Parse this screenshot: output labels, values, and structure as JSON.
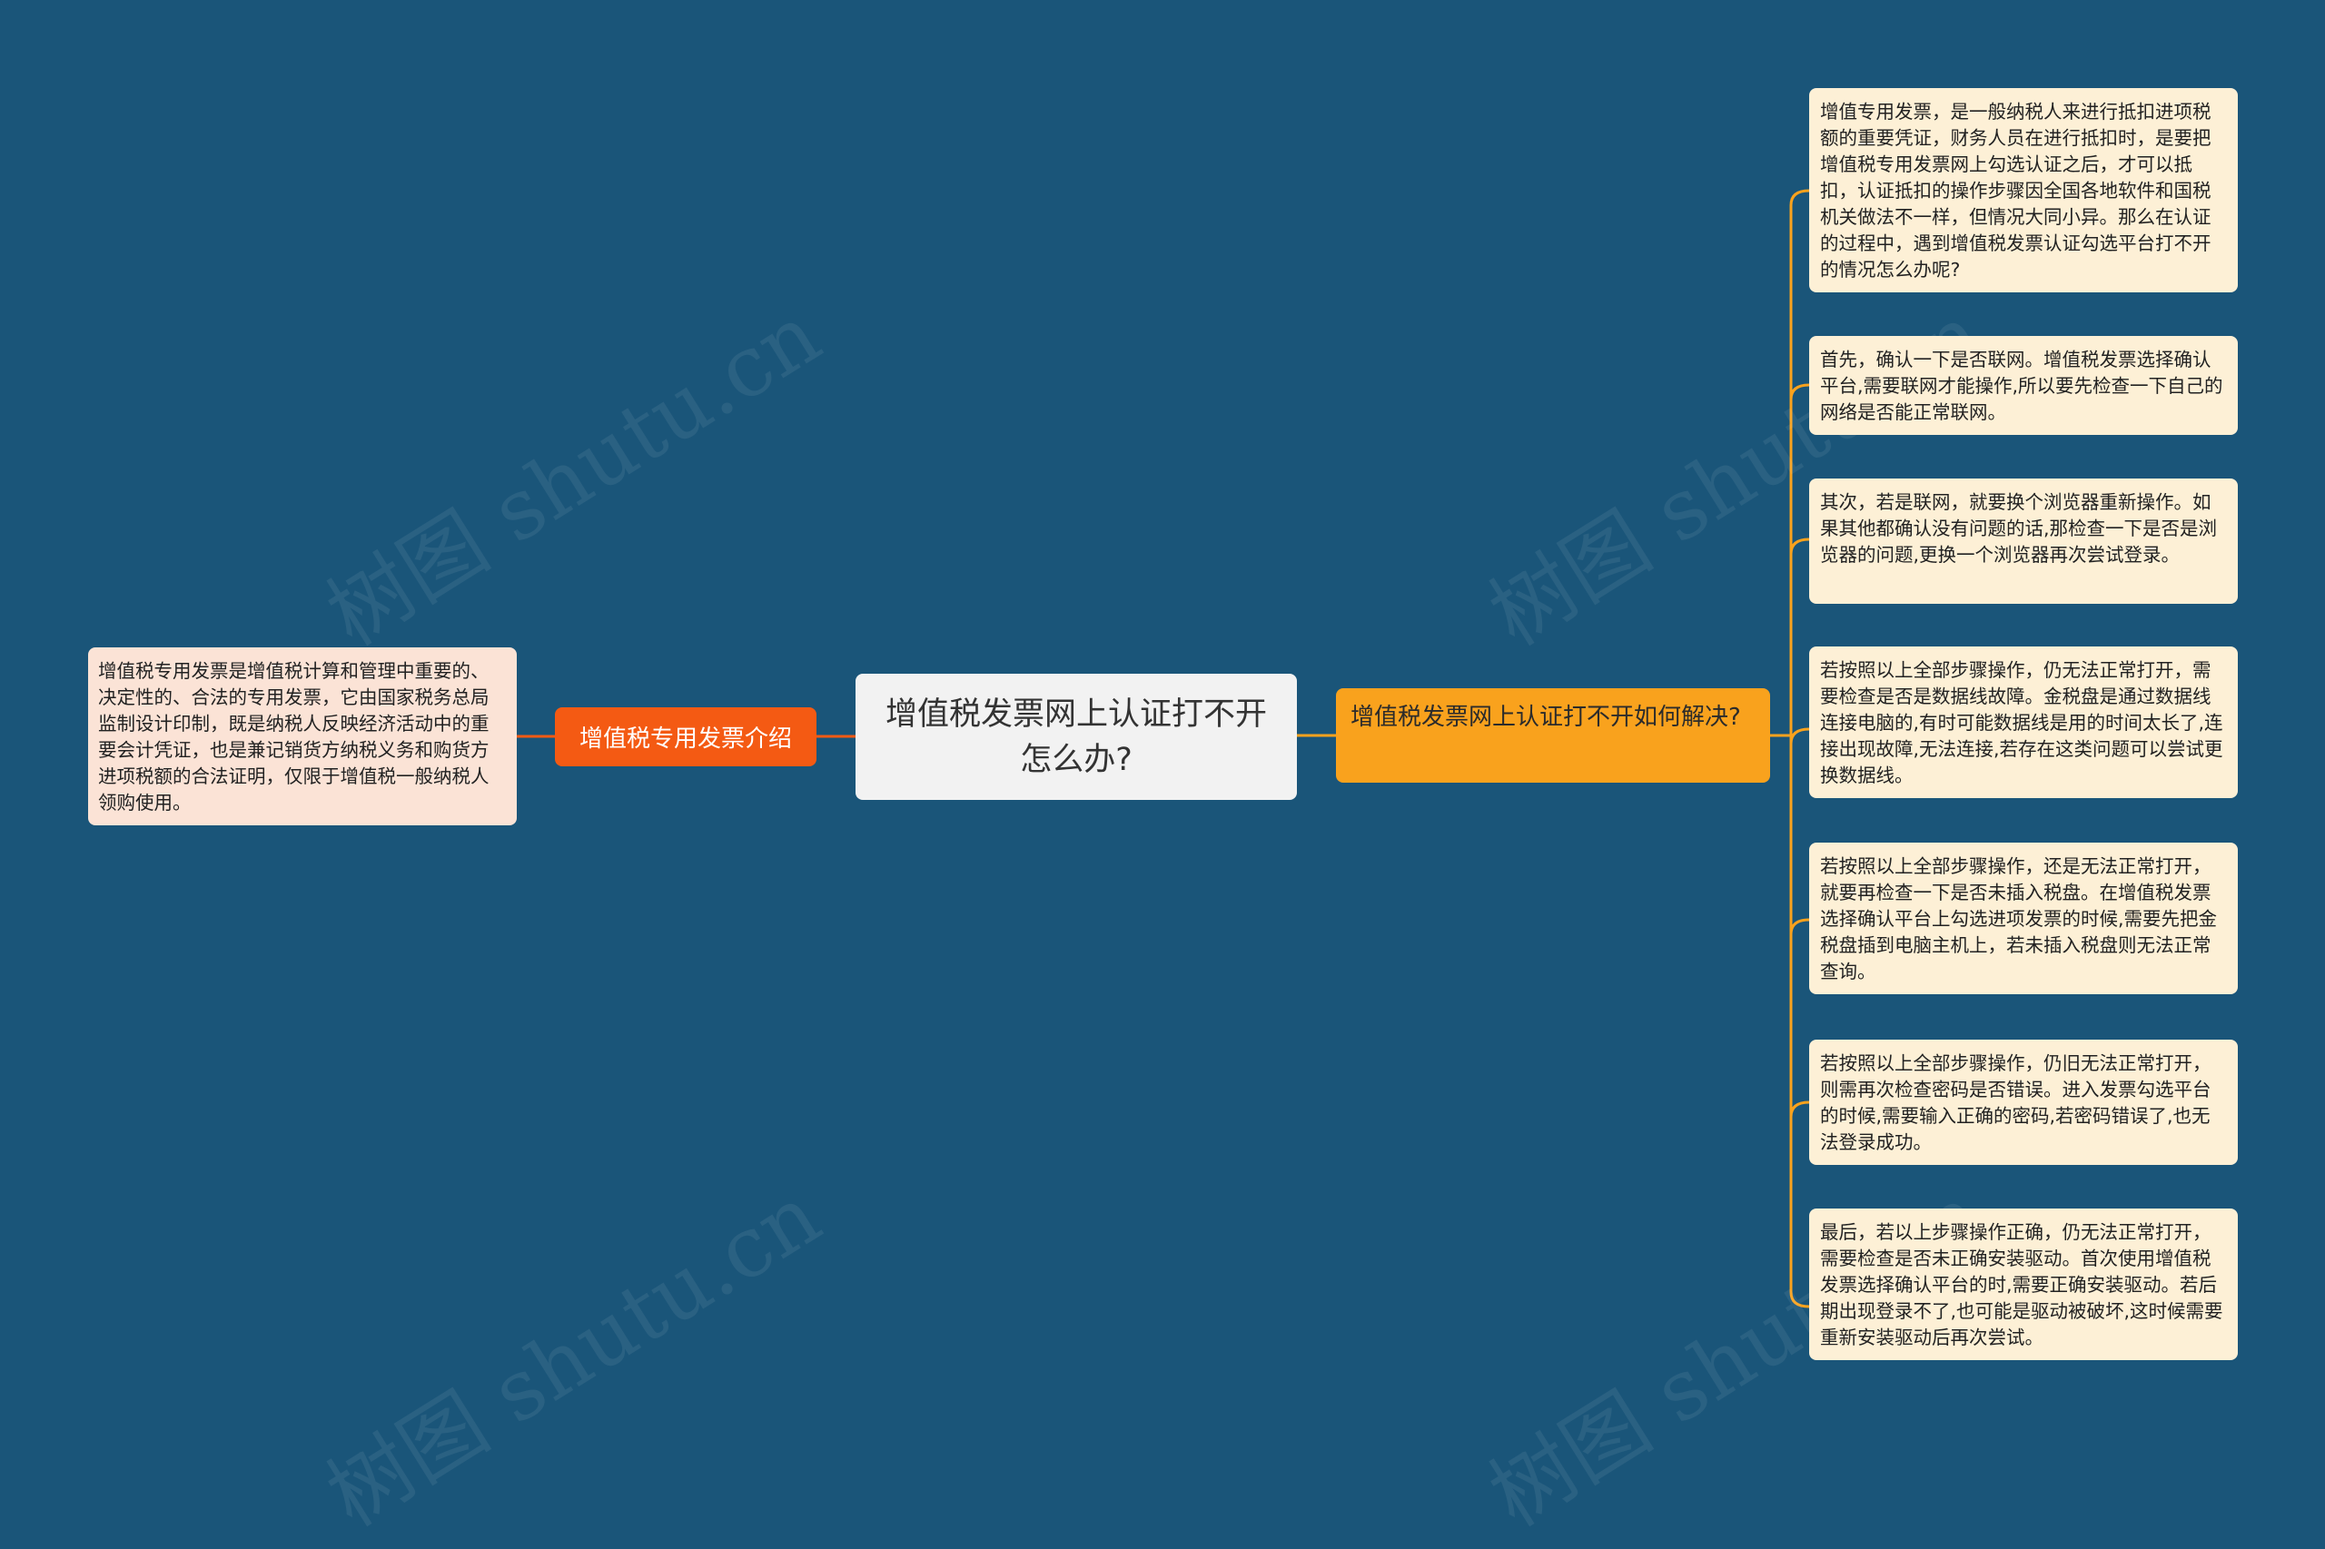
{
  "central": {
    "label": "增值税发票网上认证打不开怎么办?"
  },
  "left_branch": {
    "label": "增值税专用发票介绍",
    "leaf": "增值税专用发票是增值税计算和管理中重要的、决定性的、合法的专用发票，它由国家税务总局监制设计印制，既是纳税人反映经济活动中的重要会计凭证，也是兼记销货方纳税义务和购货方进项税额的合法证明，仅限于增值税一般纳税人领购使用。"
  },
  "right_branch": {
    "label": "增值税发票网上认证打不开如何解决?",
    "leaves": [
      "增值专用发票，是一般纳税人来进行抵扣进项税额的重要凭证，财务人员在进行抵扣时，是要把增值税专用发票网上勾选认证之后，才可以抵扣，认证抵扣的操作步骤因全国各地软件和国税机关做法不一样，但情况大同小异。那么在认证的过程中，遇到增值税发票认证勾选平台打不开的情况怎么办呢?",
      "首先，确认一下是否联网。增值税发票选择确认平台,需要联网才能操作,所以要先检查一下自己的网络是否能正常联网。",
      "其次，若是联网，就要换个浏览器重新操作。如果其他都确认没有问题的话,那检查一下是否是浏览器的问题,更换一个浏览器再次尝试登录。",
      "若按照以上全部步骤操作，仍无法正常打开，需要检查是否是数据线故障。金税盘是通过数据线连接电脑的,有时可能数据线是用的时间太长了,连接出现故障,无法连接,若存在这类问题可以尝试更换数据线。",
      "若按照以上全部步骤操作，还是无法正常打开，就要再检查一下是否未插入税盘。在增值税发票选择确认平台上勾选进项发票的时候,需要先把金税盘插到电脑主机上，若未插入税盘则无法正常查询。",
      "若按照以上全部步骤操作，仍旧无法正常打开，则需再次检查密码是否错误。进入发票勾选平台的时候,需要输入正确的密码,若密码错误了,也无法登录成功。",
      "最后，若以上步骤操作正确，仍无法正常打开，需要检查是否未正确安装驱动。首次使用增值税发票选择确认平台的时,需要正确安装驱动。若后期出现登录不了,也可能是驱动被破坏,这时候需要重新安装驱动后再次尝试。"
    ]
  },
  "watermark": {
    "text": "树图 shutu.cn"
  },
  "colors": {
    "background": "#1a5579",
    "central": "#f2f2f2",
    "left_branch": "#f45a13",
    "left_leaf": "#fbe3d6",
    "right_branch": "#f9a21d",
    "right_leaf": "#fdf0d6",
    "line_left": "#f45a13",
    "line_right": "#f9a21d"
  }
}
